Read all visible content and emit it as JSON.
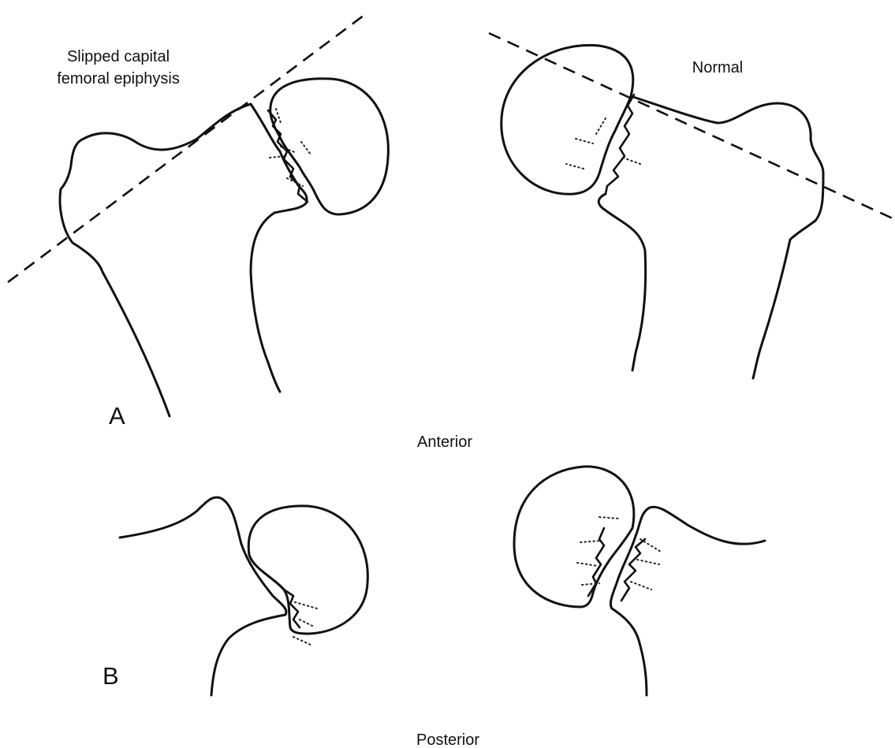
{
  "labels": {
    "slipped_line1": "Slipped capital",
    "slipped_line2": "femoral epiphysis",
    "normal": "Normal",
    "panel_a": "A",
    "panel_b": "B",
    "anterior": "Anterior",
    "posterior": "Posterior"
  },
  "colors": {
    "line": "#111111",
    "background": "#ffffff"
  }
}
